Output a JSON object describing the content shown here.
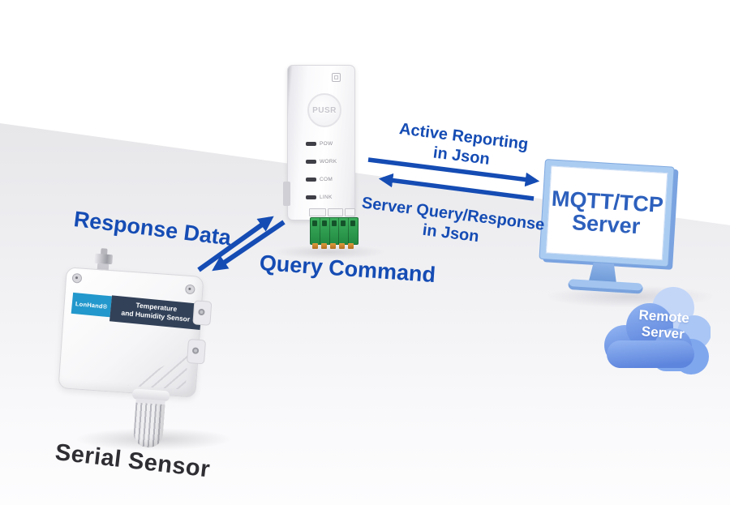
{
  "scene": {
    "annotations": {
      "response_data": "Response Data",
      "query_command": "Query Command",
      "active_reporting": [
        "Active Reporting",
        "in Json"
      ],
      "server_query": [
        "Server Query/Response",
        "in Json"
      ],
      "serial_sensor_caption": "Serial Sensor"
    },
    "gateway": {
      "logo": "PUSR",
      "leds": [
        "POW",
        "WORK",
        "COM",
        "LINK"
      ]
    },
    "sensor": {
      "brand": "LonHand®",
      "label": [
        "Temperature",
        "and Humidity Sensor"
      ]
    },
    "server": {
      "screen": [
        "MQTT/TCP",
        "Server"
      ],
      "cloud": [
        "Remote",
        "Server"
      ]
    },
    "colors": {
      "annotation_blue": "#154cb4",
      "screen_text_blue": "#2d60bd",
      "monitor_frame_blue": "#abccf1",
      "cloud_front_blue": "#6f96e6",
      "cloud_back_blue": "#bcd2f7",
      "sensor_brand_cyan": "#2298cc",
      "sensor_label_navy": "#324158",
      "terminal_green": "#2e9e4f",
      "pin_orange": "#cf8430",
      "floor_gray": "#e7e7ea"
    }
  }
}
